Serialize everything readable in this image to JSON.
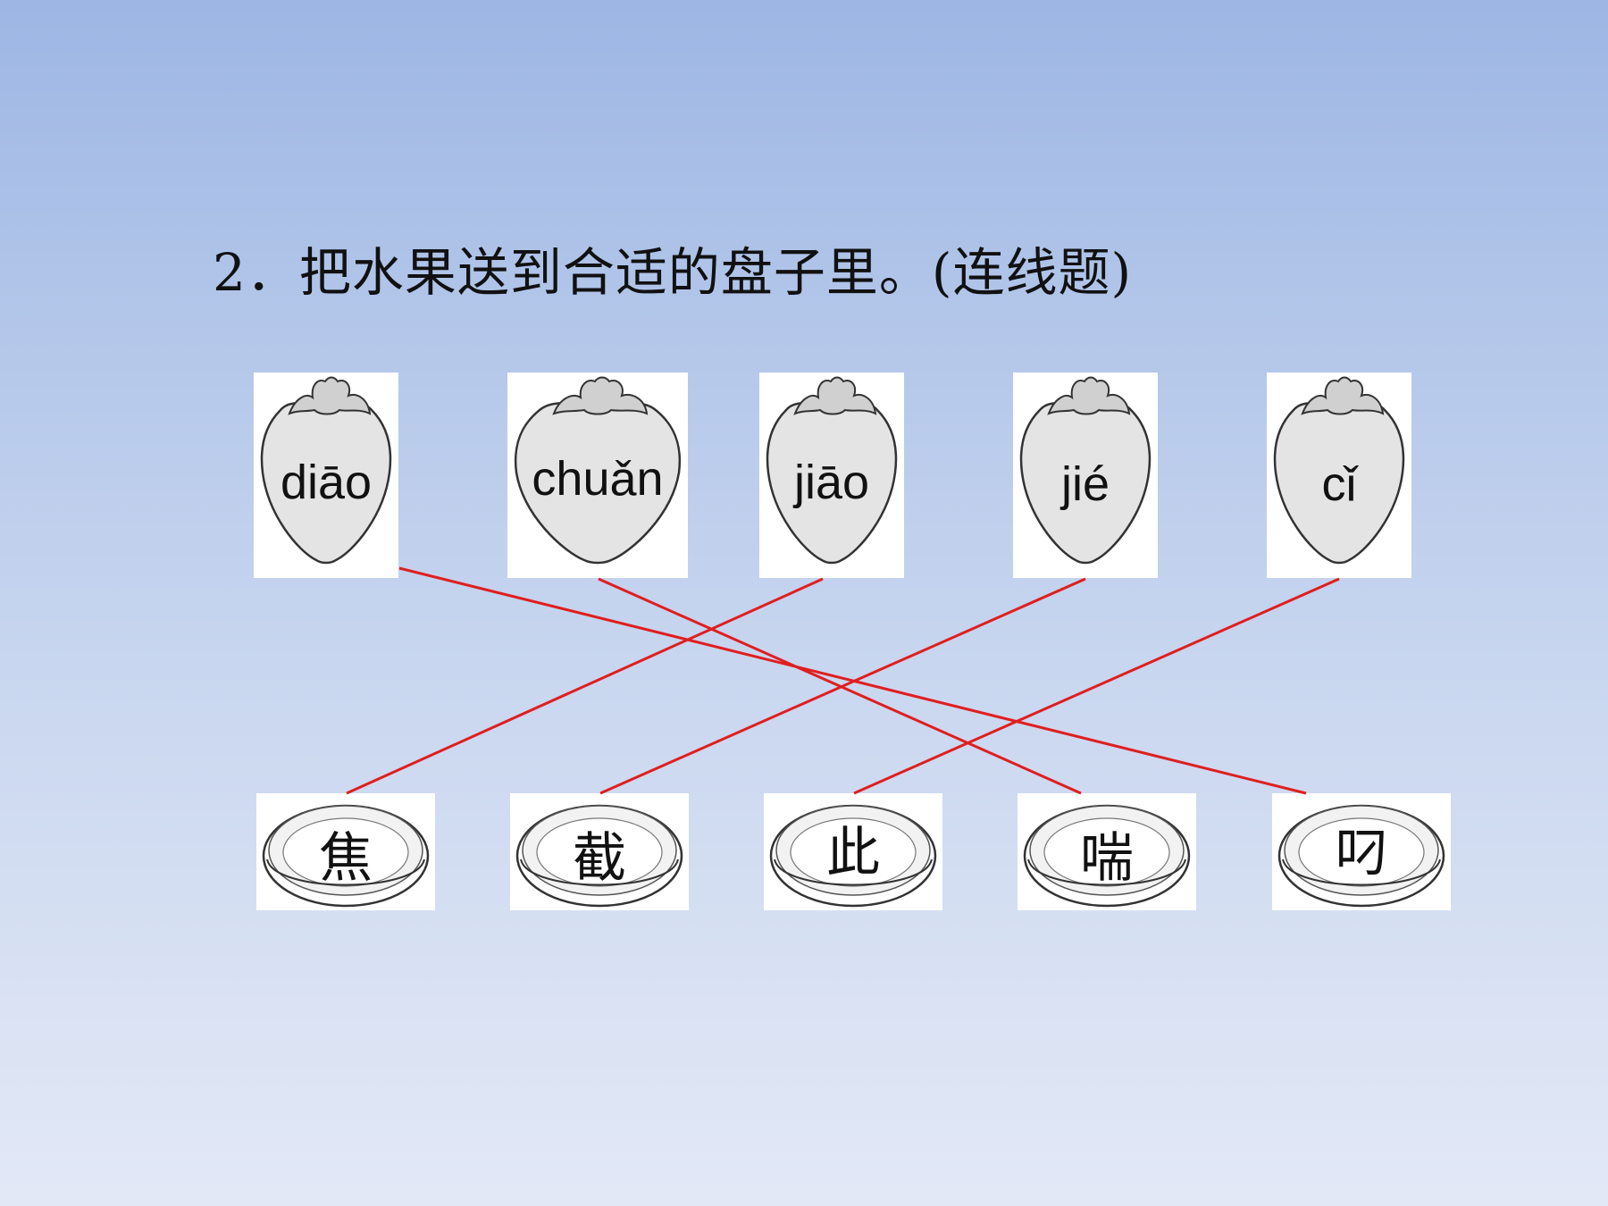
{
  "title": "2．把水果送到合适的盘子里。(连线题)",
  "fruits": [
    {
      "pinyin": "diāo"
    },
    {
      "pinyin": "chuǎn"
    },
    {
      "pinyin": "jiāo"
    },
    {
      "pinyin": "jié"
    },
    {
      "pinyin": "cǐ"
    }
  ],
  "plates": [
    {
      "char": "焦"
    },
    {
      "char": "截"
    },
    {
      "char": "此"
    },
    {
      "char": "喘"
    },
    {
      "char": "叼"
    }
  ],
  "matches": [
    {
      "fruit": "diāo",
      "plate": "叼"
    },
    {
      "fruit": "chuǎn",
      "plate": "喘"
    },
    {
      "fruit": "jiāo",
      "plate": "焦"
    },
    {
      "fruit": "jié",
      "plate": "截"
    },
    {
      "fruit": "cǐ",
      "plate": "此"
    }
  ],
  "colors": {
    "line": "#e01e1e",
    "fruit_fill": "#e4e4e4",
    "outline": "#333333"
  },
  "icons": {
    "fruit": "strawberry-icon",
    "plate": "plate-icon"
  }
}
